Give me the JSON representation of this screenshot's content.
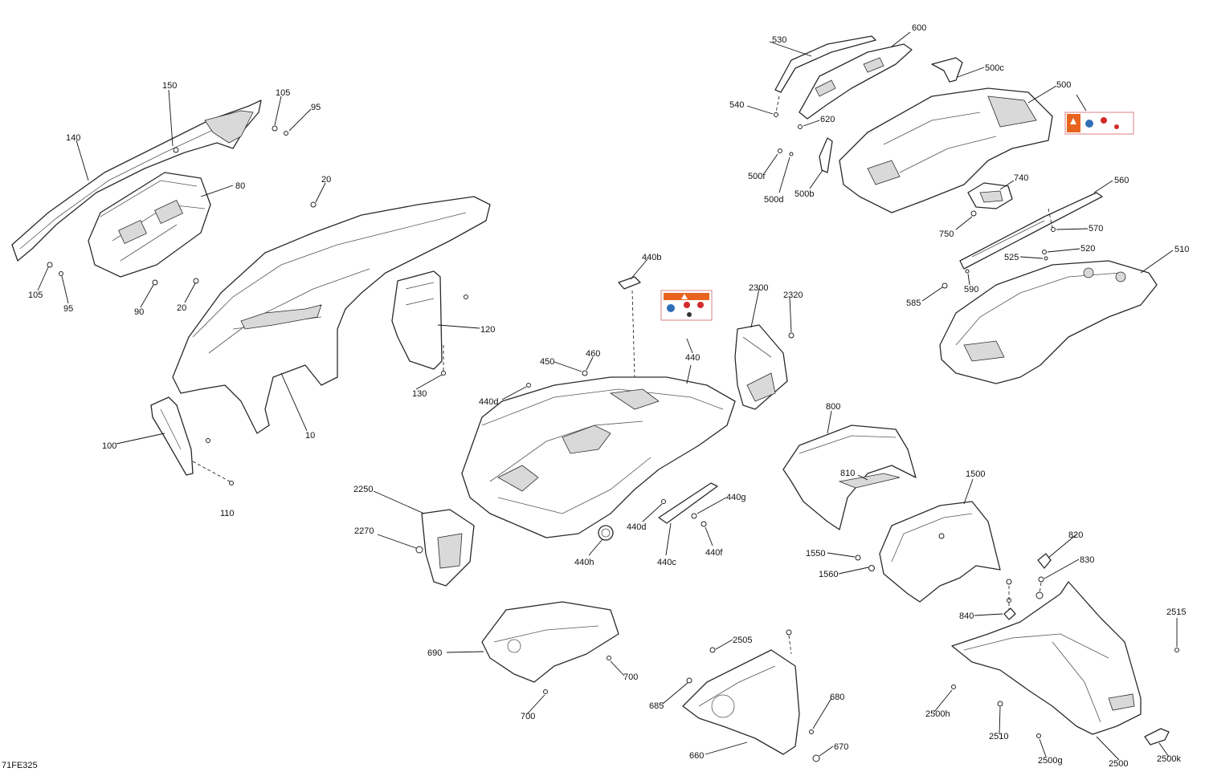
{
  "diagram": {
    "reference_code": "71FE325",
    "colors": {
      "warning_orange": "#e8641e",
      "decal_blue": "#2f6fb7",
      "decal_red": "#d22b2b",
      "line": "#2a2a2a"
    },
    "labels": {
      "l140": "140",
      "l150": "150",
      "l105a": "105",
      "l95a": "95",
      "l80": "80",
      "l20a": "20",
      "l105b": "105",
      "l95b": "95",
      "l90": "90",
      "l20b": "20",
      "l120": "120",
      "l130": "130",
      "l10": "10",
      "l100": "100",
      "l110": "110",
      "l440b": "440b",
      "l460": "460",
      "l450": "450",
      "l440": "440",
      "l440d_a": "440d",
      "l2300": "2300",
      "l2320": "2320",
      "l440g": "440g",
      "l440d_b": "440d",
      "l440h": "440h",
      "l440c": "440c",
      "l440f": "440f",
      "l2250": "2250",
      "l2270": "2270",
      "l530": "530",
      "l600": "600",
      "l500c": "500c",
      "l500": "500",
      "l540": "540",
      "l620": "620",
      "l500f": "500f",
      "l500d": "500d",
      "l500b": "500b",
      "l740": "740",
      "l560": "560",
      "l750": "750",
      "l570": "570",
      "l520": "520",
      "l525": "525",
      "l510": "510",
      "l585": "585",
      "l590": "590",
      "l800": "800",
      "l810": "810",
      "l1500": "1500",
      "l1550": "1550",
      "l1560": "1560",
      "l820": "820",
      "l830": "830",
      "l840": "840",
      "l2515": "2515",
      "l690": "690",
      "l700a": "700",
      "l700b": "700",
      "l2505": "2505",
      "l685": "685",
      "l680": "680",
      "l660": "660",
      "l670": "670",
      "l2500h": "2500h",
      "l2510": "2510",
      "l2500g": "2500g",
      "l2500": "2500",
      "l2500k": "2500k"
    }
  }
}
